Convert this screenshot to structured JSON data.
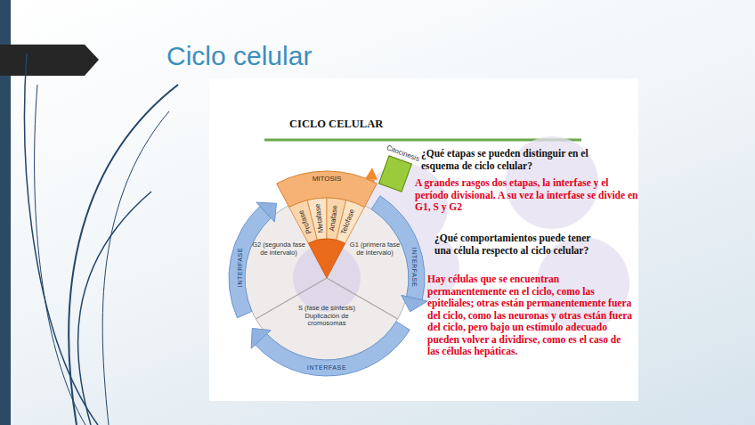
{
  "diagram": {
    "title": "Ciclo celular",
    "nodes": [
      {
        "text": [
          "G2 (segunda fase de intervalo)"
        ]
      },
      {
        "text": [
          "G1 (primera fase de intervalo)"
        ]
      },
      {
        "text": [
          "S (fase de síntesis)",
          "Duplicación de cromosomas"
        ]
      },
      {
        "text": [
          "MITOSIS"
        ]
      },
      {
        "text": [
          "Profase"
        ],
        "in": 3
      },
      {
        "text": [
          "Metafase"
        ],
        "in": 3
      },
      {
        "text": [
          "Anafase"
        ],
        "in": 3
      },
      {
        "text": [
          "Telofase"
        ],
        "in": 3
      },
      {
        "text": [
          "Citocinesis"
        ]
      }
    ],
    "edges": [
      {
        "from": 3,
        "to": 8,
        "arrow": "to"
      }
    ],
    "labels": [
      "CICLO CELULAR",
      "INTERFASE",
      "INTERFASE",
      "INTERFASE",
      "¿Qué etapas se pueden distinguir en el esquema de ciclo celular?",
      "A grandes rasgos dos etapas, la interfase y el período divisional. A su vez la interfase se divide en G1, S y G2",
      "¿Qué comportamientos puede tener una célula respecto al ciclo celular?",
      "Hay células que se encuentran permanentemente en el ciclo, como las epiteliales; otras están permanentemente fuera del ciclo, como las neuronas y otras están fuera del ciclo, pero bajo un estímulo adecuado pueden volver a dividirse, como es el caso de las células hepáticas."
    ]
  }
}
